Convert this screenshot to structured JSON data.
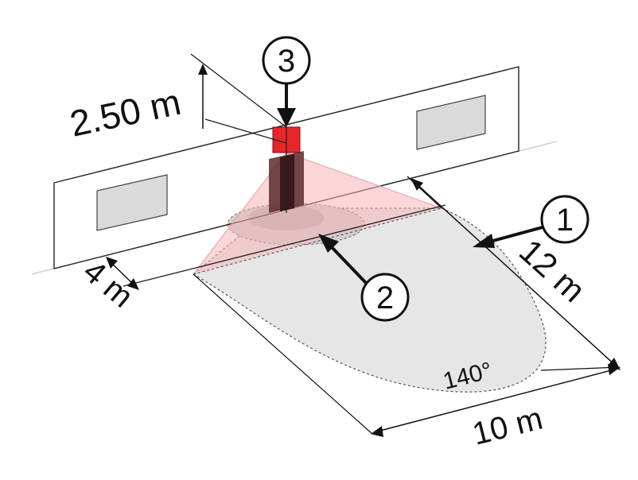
{
  "labels": {
    "height": "2.50 m",
    "width_near": "4 m",
    "range_right": "12 m",
    "range_bottom": "10 m",
    "angle": "140°"
  },
  "callouts": {
    "one": "1",
    "two": "2",
    "three": "3"
  },
  "colors": {
    "sensor": "#e8262a",
    "beam": "#f4c2c4",
    "coverage": "#e6e6e6",
    "core": "#b9b9b9",
    "window": "#dadada",
    "pole": "#5a2a2e"
  }
}
